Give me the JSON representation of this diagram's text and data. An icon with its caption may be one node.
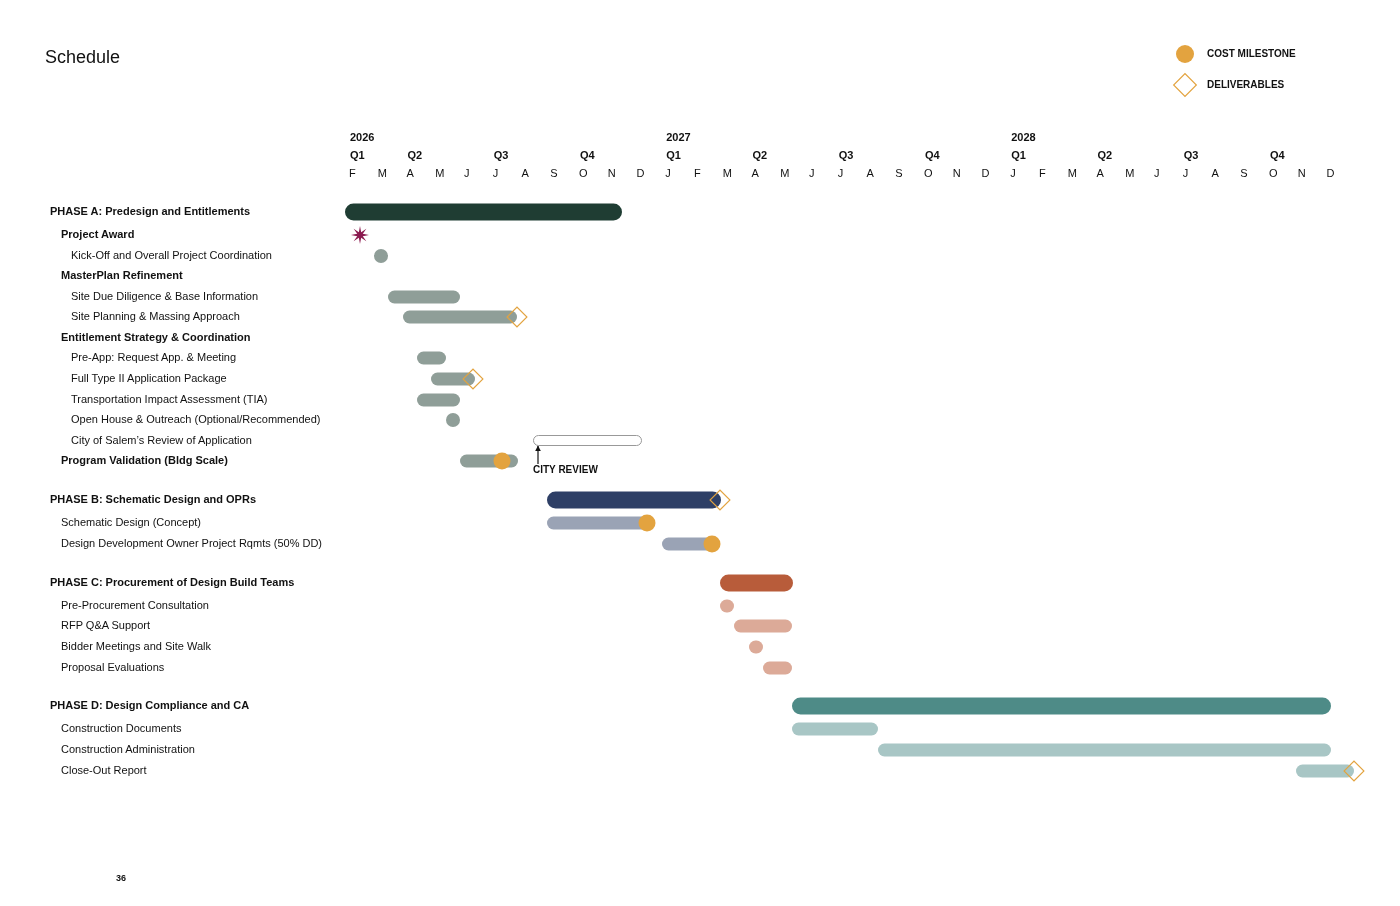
{
  "diagram": {
    "title": "Schedule",
    "nodes": [
      {
        "text": [
          "CITY REVIEW"
        ]
      },
      {
        "text": [],
        "shape": "bar"
      }
    ],
    "edges": [
      {
        "from": 0,
        "to": 1,
        "arrow": "to"
      }
    ],
    "labels": [
      "2026",
      "2027",
      "2028",
      "Q1",
      "Q2",
      "Q3",
      "Q4",
      "Q1",
      "Q2",
      "Q3",
      "Q4",
      "Q1",
      "Q2",
      "Q3",
      "Q4",
      "F",
      "M",
      "A",
      "M",
      "J",
      "J",
      "A",
      "S",
      "O",
      "N",
      "D",
      "J",
      "F",
      "M",
      "A",
      "M",
      "J",
      "J",
      "A",
      "S",
      "O",
      "N",
      "D",
      "J",
      "F",
      "M",
      "A",
      "M",
      "J",
      "J",
      "A",
      "S",
      "O",
      "N",
      "D",
      "PHASE A: Predesign and Entitlements",
      "Project Award",
      "Kick-Off and Overall Project Coordination",
      "MasterPlan Refinement",
      "Site Due Diligence & Base Information",
      "Site Planning & Massing Approach",
      "Entitlement Strategy & Coordination",
      "Pre-App: Request App. & Meeting",
      "Full Type II Application Package",
      "Transportation Impact Assessment (TIA)",
      "Open House & Outreach (Optional/Recommended)",
      "City of Salem’s Review of Application",
      "Program Validation (Bldg Scale)",
      "PHASE B: Schematic Design and OPRs",
      "Schematic Design (Concept)",
      "Design Development Owner Project Rqmts (50% DD)",
      "PHASE C: Procurement of Design Build Teams",
      "Pre-Procurement Consultation",
      "RFP Q&A Support",
      "Bidder Meetings and Site Walk",
      "Proposal Evaluations",
      "PHASE D: Design Compliance and CA",
      "Construction Documents",
      "Construction Administration",
      "Close-Out Report",
      "36"
    ],
    "legend": [
      {
        "text": "COST MILESTONE",
        "color": "#e3a33f"
      },
      {
        "text": "DELIVERABLES"
      }
    ]
  }
}
